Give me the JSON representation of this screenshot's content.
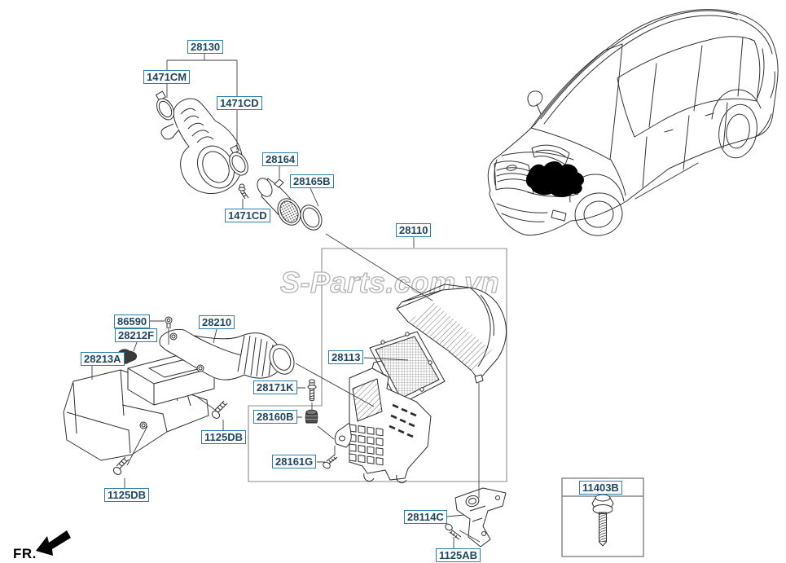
{
  "watermark": "S-Parts.com.vn",
  "fr": "FR.",
  "labels": {
    "28130": "28130",
    "1471CM": "1471CM",
    "1471CD": "1471CD",
    "28164": "28164",
    "28165B": "28165B",
    "28110": "28110",
    "86590": "86590",
    "28212F": "28212F",
    "28213A": "28213A",
    "28210": "28210",
    "28113": "28113",
    "28171K": "28171K",
    "28160B": "28160B",
    "1125DB": "1125DB",
    "28161G": "28161G",
    "28114C": "28114C",
    "1125AB": "1125AB",
    "11403B": "11403B"
  }
}
